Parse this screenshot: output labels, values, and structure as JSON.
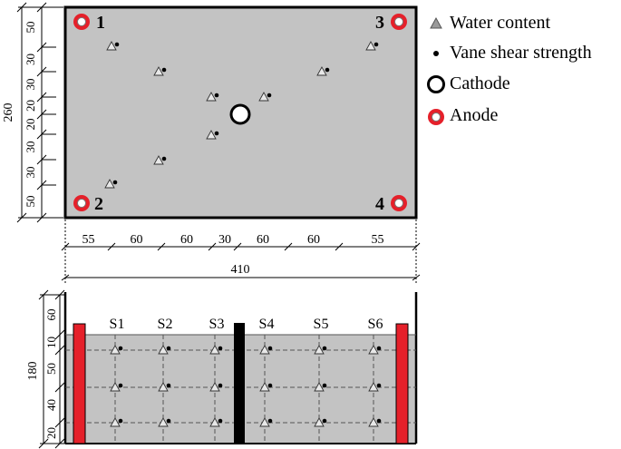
{
  "plan_view": {
    "electrodes": [
      {
        "label": "1",
        "role": "anode"
      },
      {
        "label": "2",
        "role": "anode"
      },
      {
        "label": "3",
        "role": "anode"
      },
      {
        "label": "4",
        "role": "anode"
      }
    ],
    "width_label": "410",
    "height_label": "260",
    "vertical_segments": [
      "50",
      "30",
      "30",
      "20",
      "20",
      "30",
      "30",
      "50"
    ],
    "horizontal_segments": [
      "55",
      "60",
      "60",
      "30",
      "60",
      "60",
      "55"
    ]
  },
  "legend": {
    "items": [
      {
        "symbol": "triangle",
        "label": "Water content"
      },
      {
        "symbol": "dot",
        "label": "Vane shear strength"
      },
      {
        "symbol": "ring",
        "label": "Cathode"
      },
      {
        "symbol": "red-ring",
        "label": "Anode"
      }
    ]
  },
  "section_view": {
    "height_label": "180",
    "vertical_segments": [
      "60",
      "10",
      "50",
      "40",
      "20"
    ],
    "sections": [
      "S1",
      "S2",
      "S3",
      "S4",
      "S5",
      "S6"
    ]
  },
  "colors": {
    "soil": "#c3c3c3",
    "frame": "#000000",
    "anode": "#e5202a",
    "cathode": "#000000",
    "dash": "#555555"
  }
}
